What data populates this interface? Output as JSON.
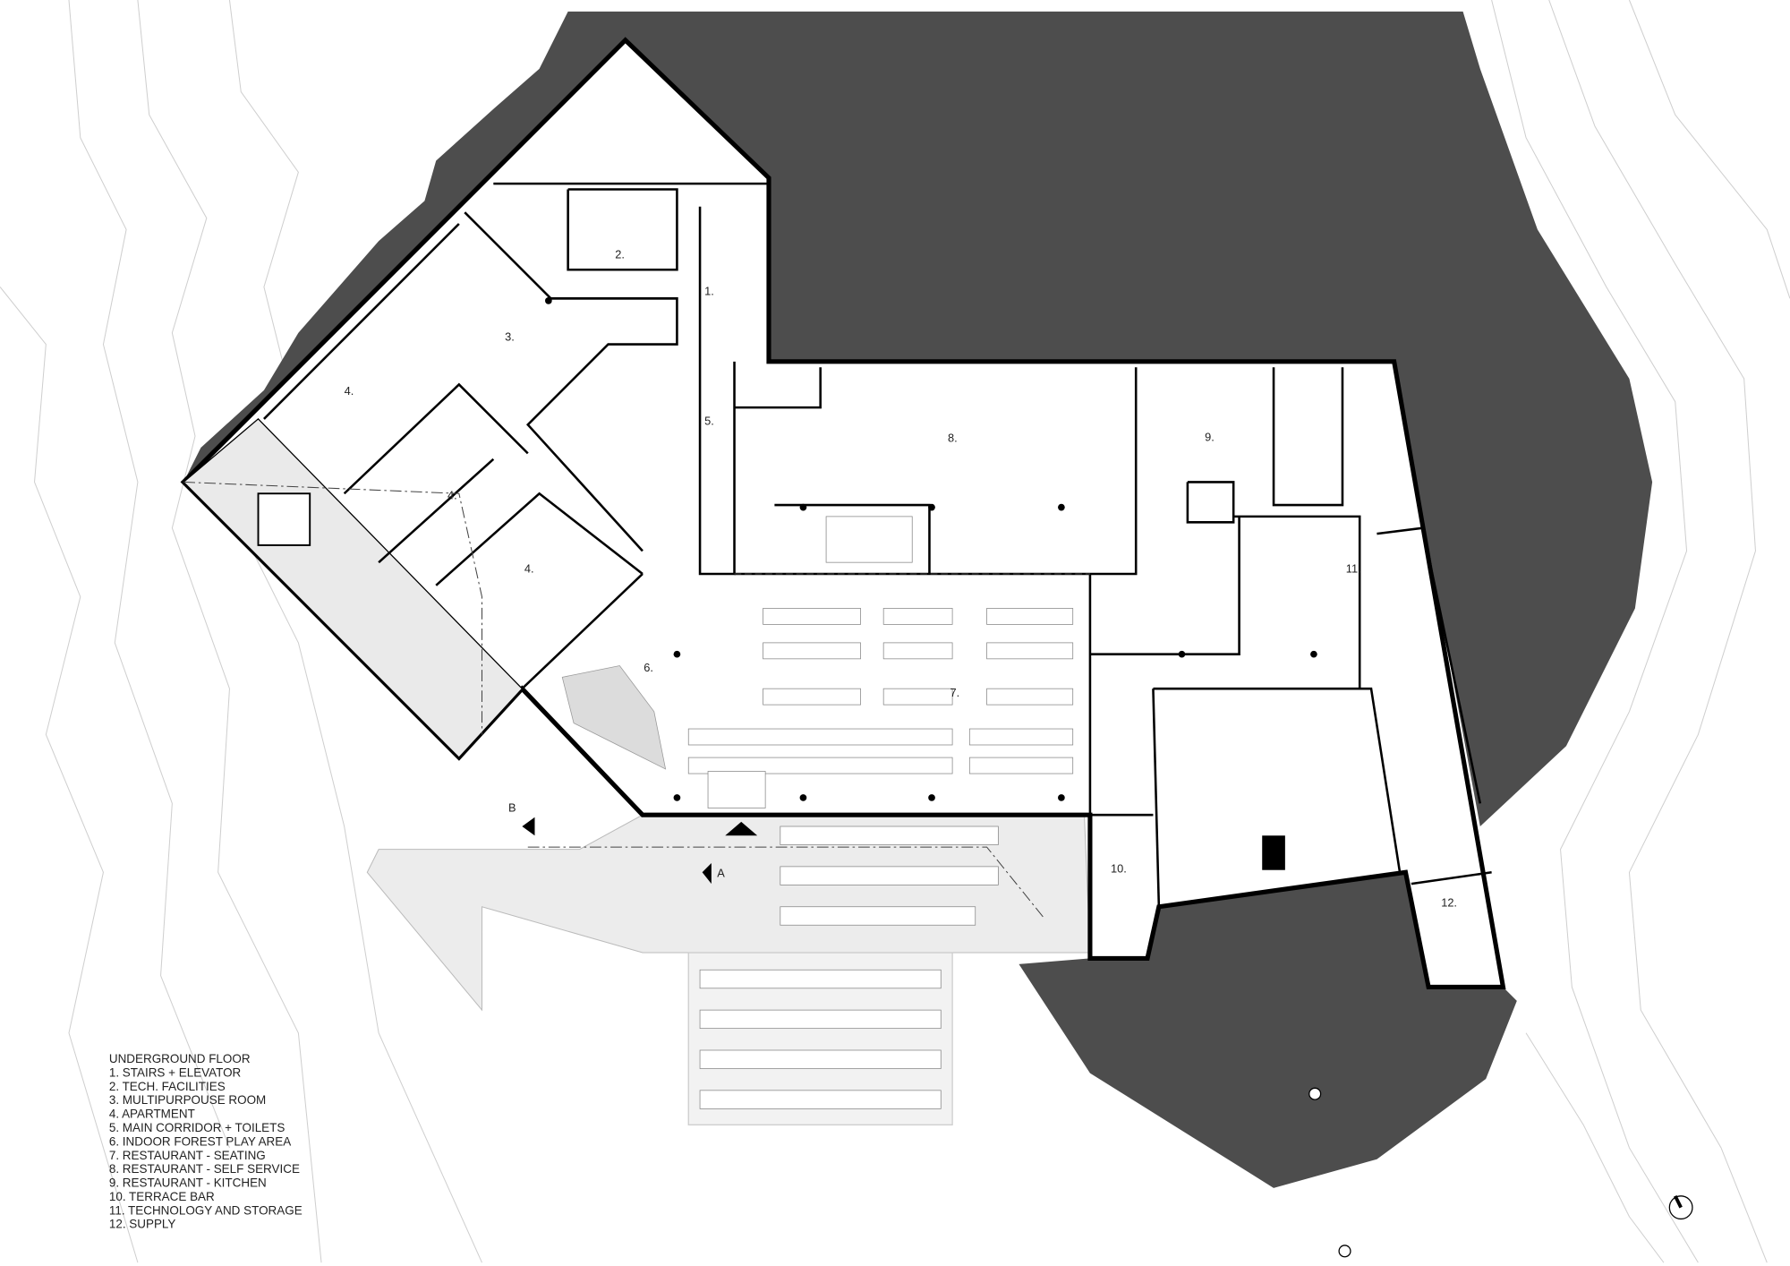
{
  "legend": {
    "title": "UNDERGROUND FLOOR",
    "items": [
      "1. STAIRS + ELEVATOR",
      "2. TECH. FACILITIES",
      "3. MULTIPURPOUSE ROOM",
      "4. APARTMENT",
      "5. MAIN CORRIDOR + TOILETS",
      "6. INDOOR FOREST PLAY AREA",
      "7. RESTAURANT - SEATING",
      "8. RESTAURANT - SELF SERVICE",
      "9. RESTAURANT - KITCHEN",
      "10. TERRACE BAR",
      "11. TECHNOLOGY AND STORAGE",
      "12. SUPPLY"
    ]
  },
  "rooms": {
    "r1": "1.",
    "r2": "2.",
    "r3": "3.",
    "r4": "4.",
    "r5": "5.",
    "r6": "6.",
    "r7": "7.",
    "r8": "8.",
    "r9": "9.",
    "r10": "10.",
    "r11": "11.",
    "r12": "12."
  },
  "sections": {
    "a": "A",
    "b": "B"
  },
  "colors": {
    "rock": "#4d4d4d",
    "wall": "#000000",
    "terrace": "#e6e6e6"
  }
}
